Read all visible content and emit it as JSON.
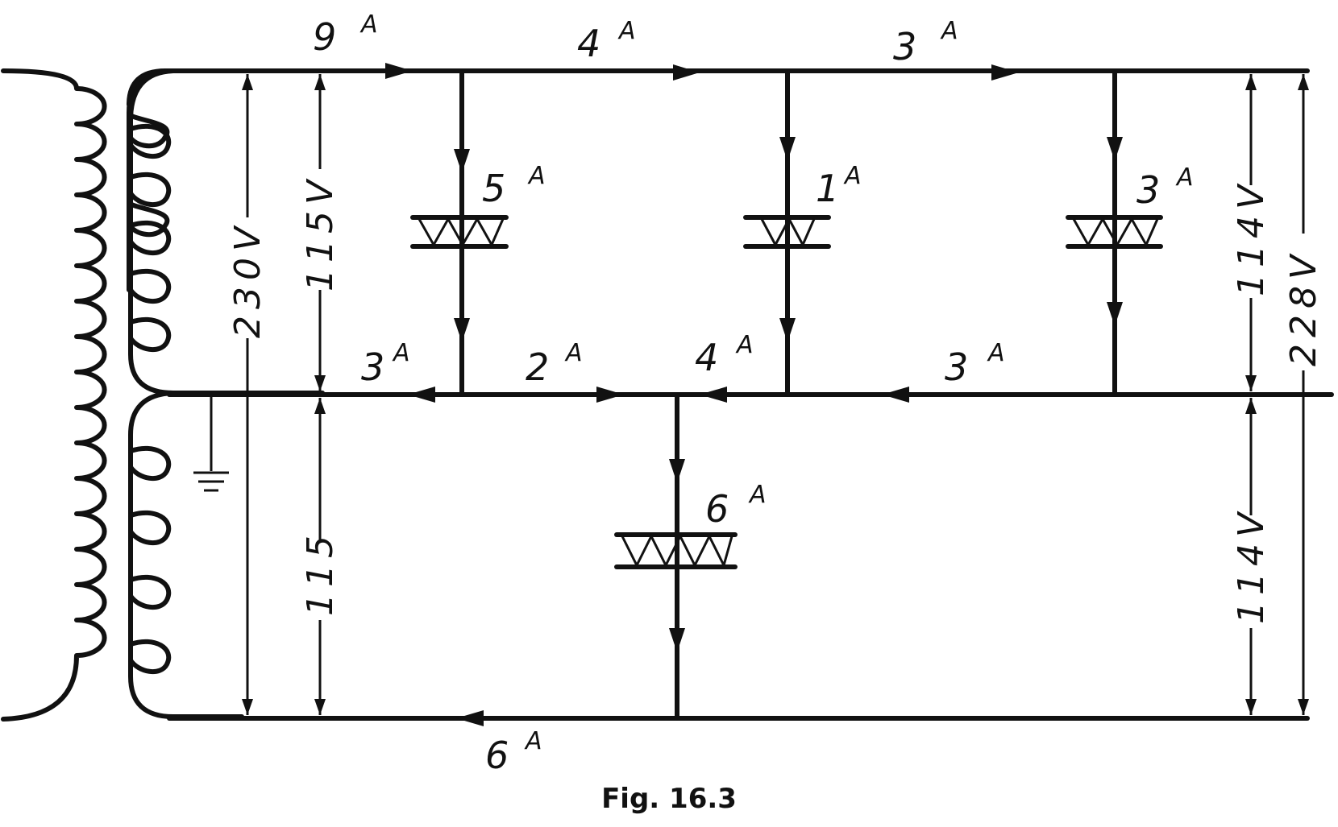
{
  "caption": "Fig. 16.3",
  "currents": {
    "top_1": {
      "value": "9",
      "unit": "A"
    },
    "top_2": {
      "value": "4",
      "unit": "A"
    },
    "top_3": {
      "value": "3",
      "unit": "A"
    },
    "load_a": {
      "value": "5",
      "unit": "A"
    },
    "load_b": {
      "value": "1",
      "unit": "A"
    },
    "load_c": {
      "value": "3",
      "unit": "A"
    },
    "neutral_1": {
      "value": "3",
      "unit": "A"
    },
    "neutral_2": {
      "value": "2",
      "unit": "A"
    },
    "neutral_3": {
      "value": "4",
      "unit": "A"
    },
    "neutral_4": {
      "value": "3",
      "unit": "A"
    },
    "load_d": {
      "value": "6",
      "unit": "A"
    },
    "bottom": {
      "value": "6",
      "unit": "A"
    }
  },
  "voltages": {
    "left_total": "230V",
    "left_upper": "115V",
    "left_lower": "115",
    "right_upper": "114V",
    "right_lower": "114V",
    "right_total": "228V"
  }
}
